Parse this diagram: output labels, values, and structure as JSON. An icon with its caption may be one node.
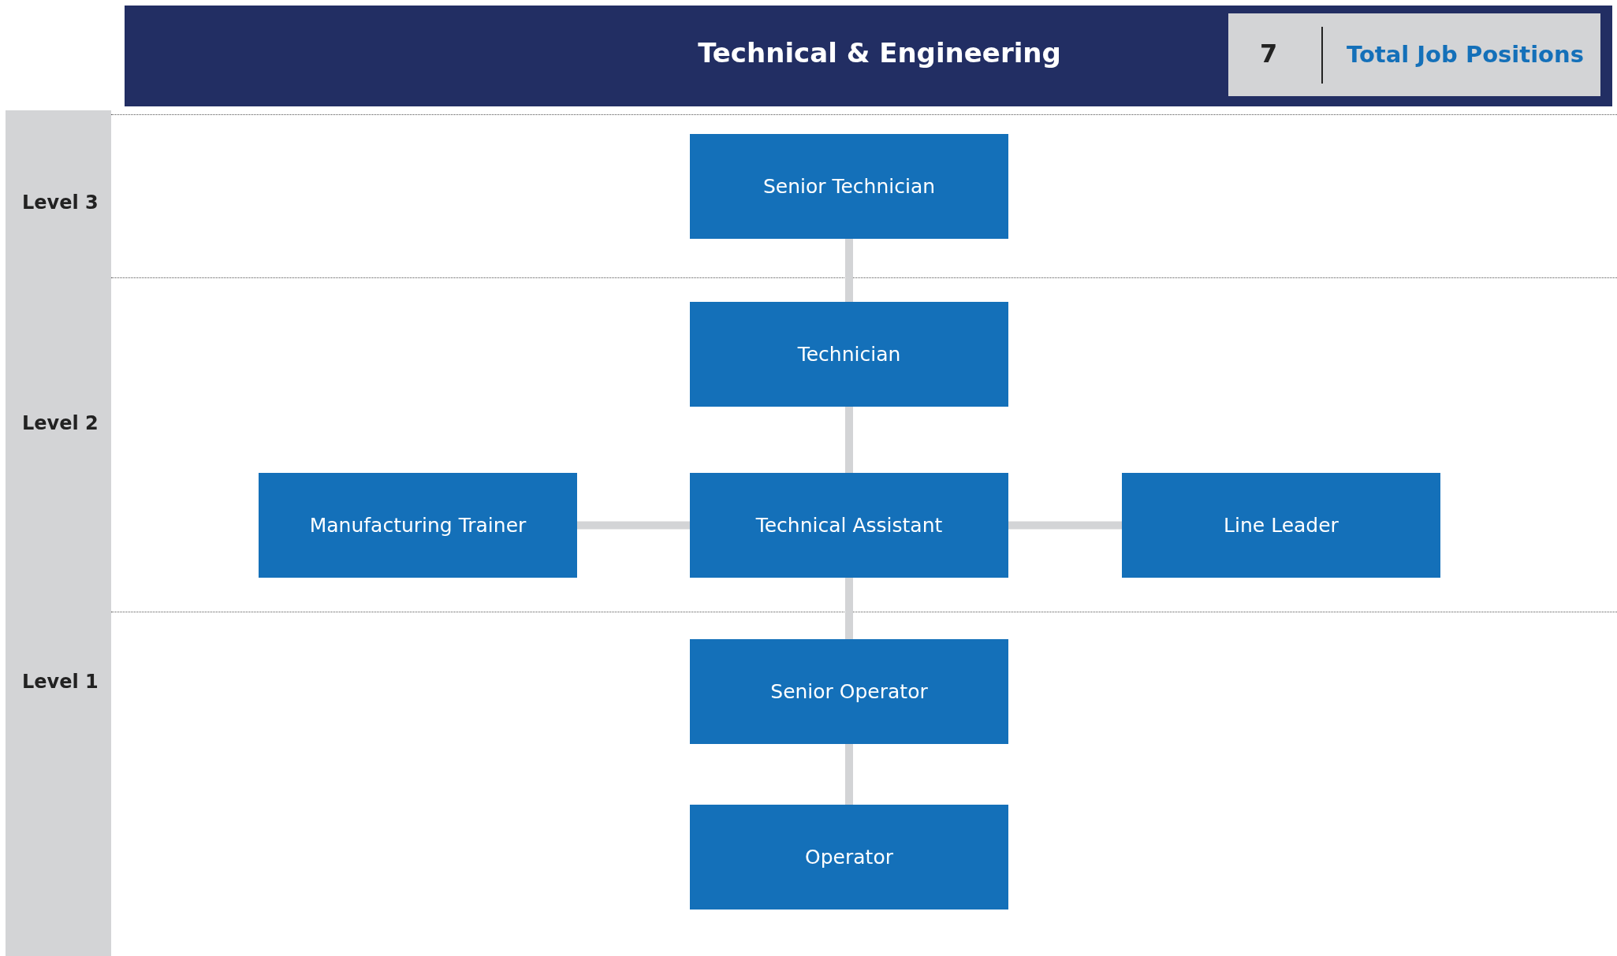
{
  "diagram": {
    "title": "Technical & Engineering",
    "nodes": [
      {
        "text": [
          "Senior Technician"
        ]
      },
      {
        "text": [
          "Technician"
        ]
      },
      {
        "text": [
          "Manufacturing Trainer"
        ]
      },
      {
        "text": [
          "Technical Assistant"
        ]
      },
      {
        "text": [
          "Line Leader"
        ]
      },
      {
        "text": [
          "Senior Operator"
        ]
      },
      {
        "text": [
          "Operator"
        ]
      }
    ],
    "edges": [
      {
        "from": 0,
        "to": 1,
        "arrow": "none"
      },
      {
        "from": 1,
        "to": 3,
        "arrow": "none"
      },
      {
        "from": 2,
        "to": 3,
        "arrow": "none"
      },
      {
        "from": 3,
        "to": 4,
        "arrow": "none"
      },
      {
        "from": 3,
        "to": 5,
        "arrow": "none"
      },
      {
        "from": 5,
        "to": 6,
        "arrow": "none"
      }
    ],
    "labels": [
      "7",
      "Total Job Positions",
      "Level 3",
      "Level 2",
      "Level 1"
    ]
  }
}
